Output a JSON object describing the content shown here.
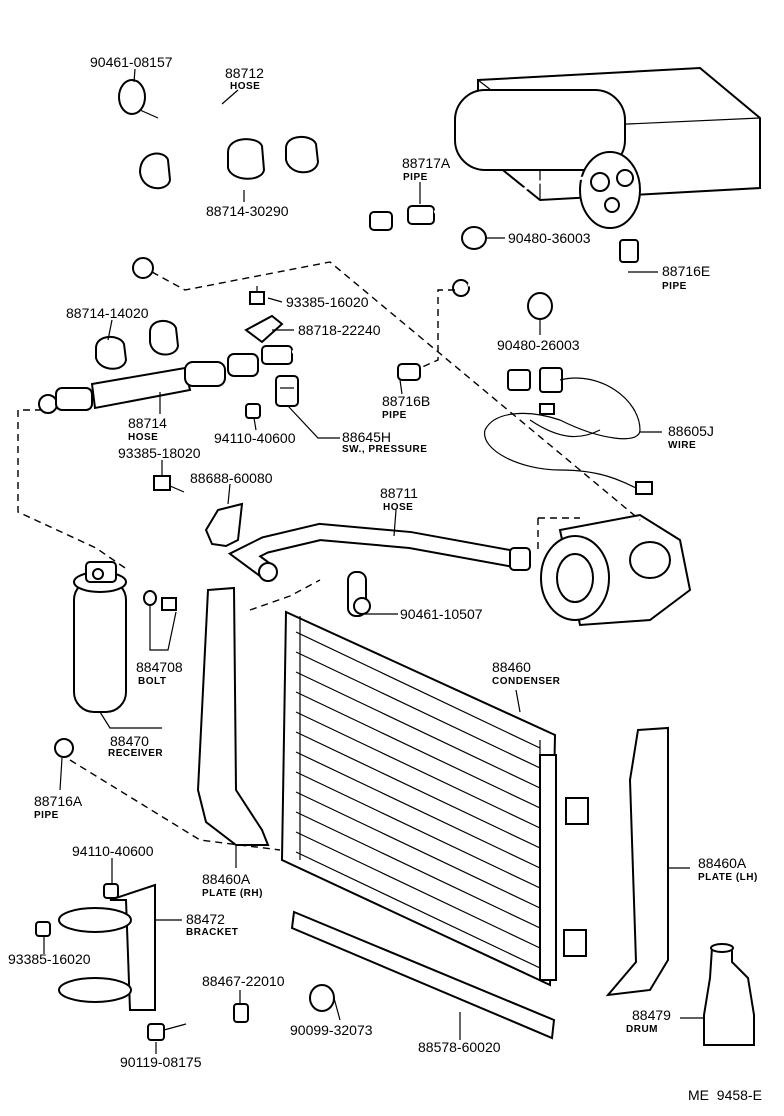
{
  "parts": {
    "p90461_08157": {
      "num": "90461-08157"
    },
    "p88712": {
      "num": "88712",
      "name": "HOSE"
    },
    "p88714_30290": {
      "num": "88714-30290"
    },
    "p88717A": {
      "num": "88717A",
      "name": "PIPE"
    },
    "p90480_36003": {
      "num": "90480-36003"
    },
    "p88716E": {
      "num": "88716E",
      "name": "PIPE"
    },
    "p93385_16020_top": {
      "num": "93385-16020"
    },
    "p88718_22240": {
      "num": "88718-22240"
    },
    "p88714_14020": {
      "num": "88714-14020"
    },
    "p90480_26003": {
      "num": "90480-26003"
    },
    "p88714": {
      "num": "88714",
      "name": "HOSE"
    },
    "p88716B": {
      "num": "88716B",
      "name": "PIPE"
    },
    "p94110_40600_top": {
      "num": "94110-40600"
    },
    "p88645H": {
      "num": "88645H",
      "name": "SW., PRESSURE"
    },
    "p88605J": {
      "num": "88605J",
      "name": "WIRE"
    },
    "p93385_18020": {
      "num": "93385-18020"
    },
    "p88688_60080": {
      "num": "88688-60080"
    },
    "p88711": {
      "num": "88711",
      "name": "HOSE"
    },
    "p90461_10507": {
      "num": "90461-10507"
    },
    "p884708": {
      "num": "884708",
      "name": "BOLT"
    },
    "p88460": {
      "num": "88460",
      "name": "CONDENSER"
    },
    "p88470": {
      "num": "88470",
      "name": "RECEIVER"
    },
    "p88716A": {
      "num": "88716A",
      "name": "PIPE"
    },
    "p94110_40600_bot": {
      "num": "94110-40600"
    },
    "p88460A_rh": {
      "num": "88460A",
      "name": "PLATE (RH)"
    },
    "p88460A_lh": {
      "num": "88460A",
      "name": "PLATE (LH)"
    },
    "p88472": {
      "num": "88472",
      "name": "BRACKET"
    },
    "p93385_16020_bot": {
      "num": "93385-16020"
    },
    "p88467_22010": {
      "num": "88467-22010"
    },
    "p90099_32073": {
      "num": "90099-32073"
    },
    "p88578_60020": {
      "num": "88578-60020"
    },
    "p88479": {
      "num": "88479",
      "name": "DRUM"
    },
    "p90119_08175": {
      "num": "90119-08175"
    }
  },
  "figure_ref": "ME  9458-E"
}
